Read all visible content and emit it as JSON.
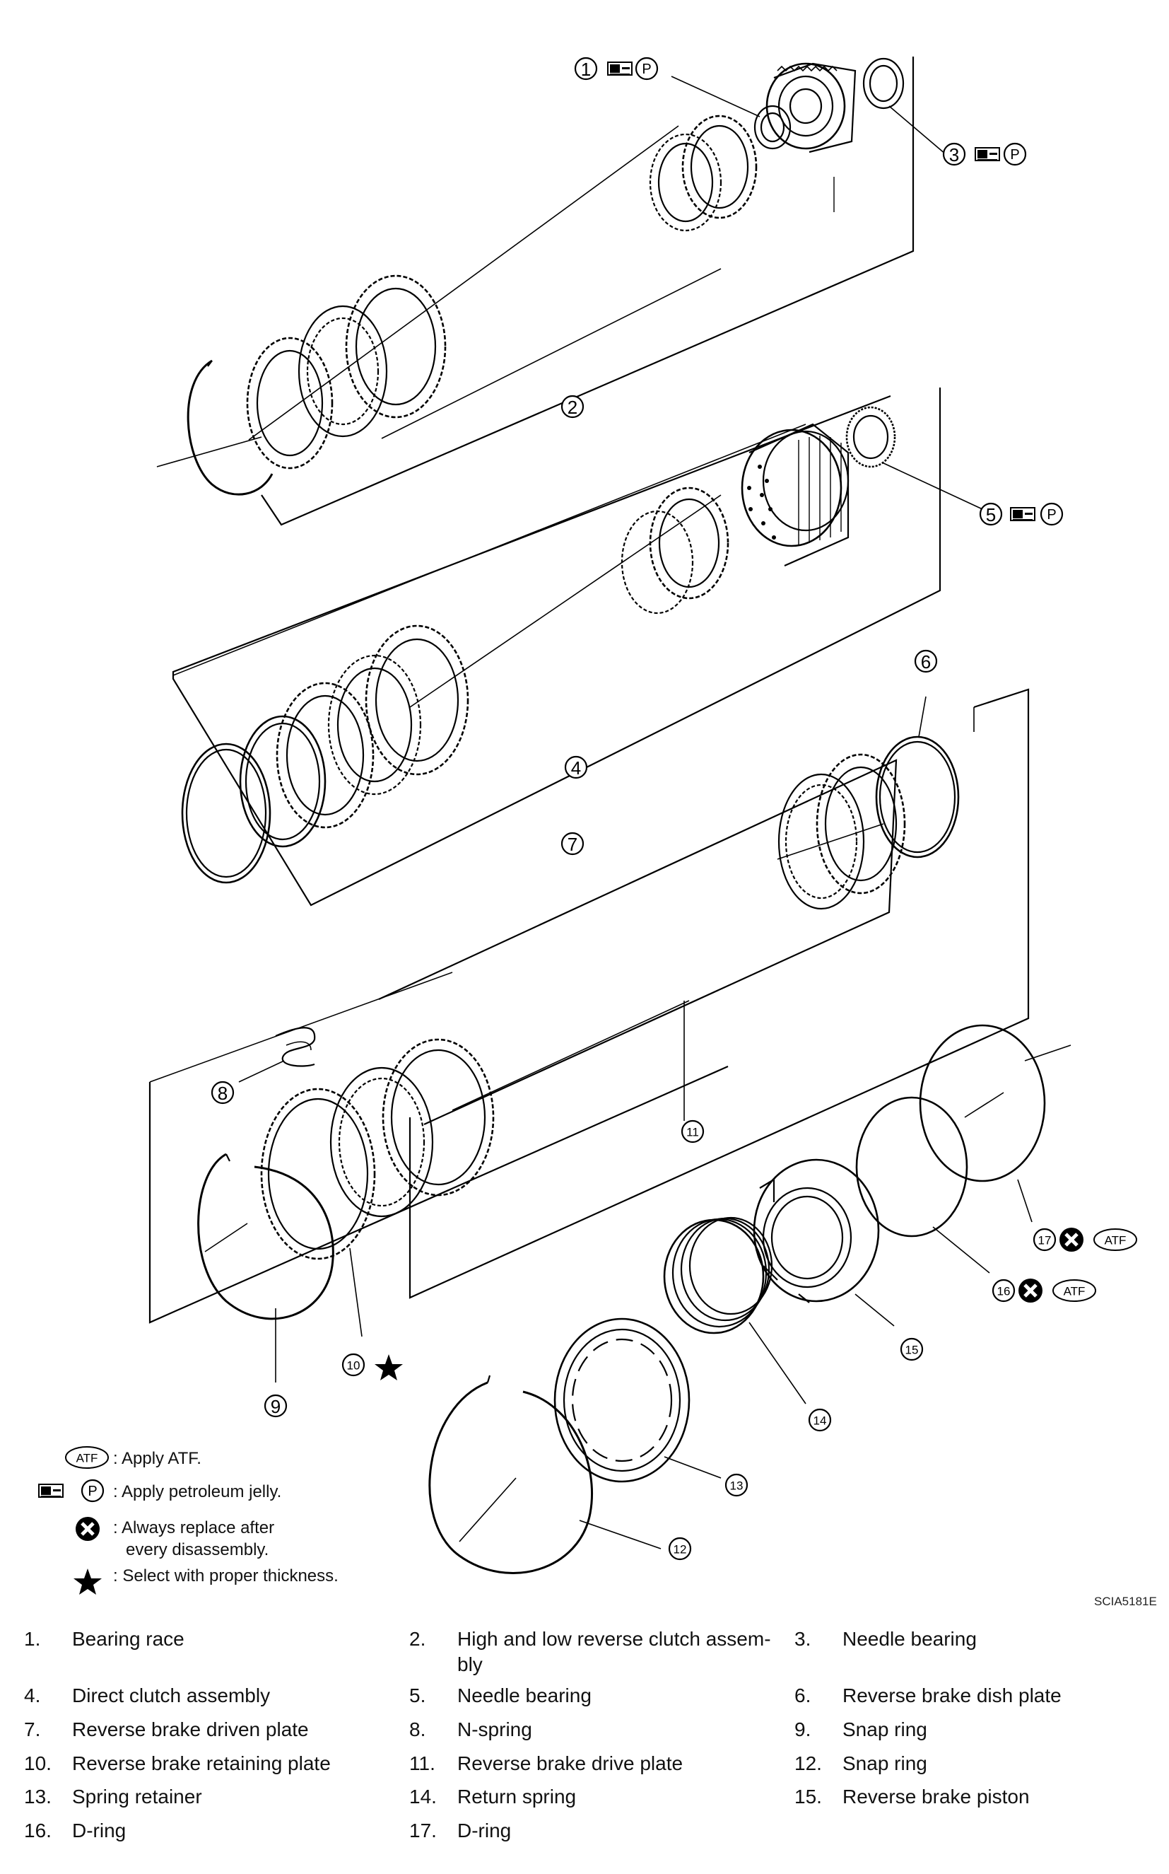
{
  "figure_code": "SCIA5181E",
  "legend": {
    "atf_symbol": "ATF",
    "atf_text": ": Apply ATF.",
    "petroleum_symbol": "P",
    "petroleum_text": ": Apply petroleum jelly.",
    "replace_text_1": ": Always replace after",
    "replace_text_2": "every disassembly.",
    "thickness_text": ": Select with proper thickness."
  },
  "callouts": {
    "c1": "1",
    "c2": "2",
    "c3": "3",
    "c4": "4",
    "c5": "5",
    "c6": "6",
    "c7": "7",
    "c8": "8",
    "c9": "9",
    "c10": "10",
    "c11": "11",
    "c12": "12",
    "c13": "13",
    "c14": "14",
    "c15": "15",
    "c16": "16",
    "c17": "17"
  },
  "parts": [
    {
      "num": "1.",
      "name": "Bearing race"
    },
    {
      "num": "2.",
      "name": "High and low reverse clutch assem-bly"
    },
    {
      "num": "3.",
      "name": "Needle bearing"
    },
    {
      "num": "4.",
      "name": "Direct clutch assembly"
    },
    {
      "num": "5.",
      "name": "Needle bearing"
    },
    {
      "num": "6.",
      "name": "Reverse brake dish plate"
    },
    {
      "num": "7.",
      "name": "Reverse brake driven plate"
    },
    {
      "num": "8.",
      "name": "N-spring"
    },
    {
      "num": "9.",
      "name": "Snap ring"
    },
    {
      "num": "10.",
      "name": "Reverse brake retaining plate"
    },
    {
      "num": "11.",
      "name": "Reverse brake drive plate"
    },
    {
      "num": "12.",
      "name": "Snap ring"
    },
    {
      "num": "13.",
      "name": "Spring retainer"
    },
    {
      "num": "14.",
      "name": "Return spring"
    },
    {
      "num": "15.",
      "name": "Reverse brake piston"
    },
    {
      "num": "16.",
      "name": "D-ring"
    },
    {
      "num": "17.",
      "name": "D-ring"
    }
  ]
}
